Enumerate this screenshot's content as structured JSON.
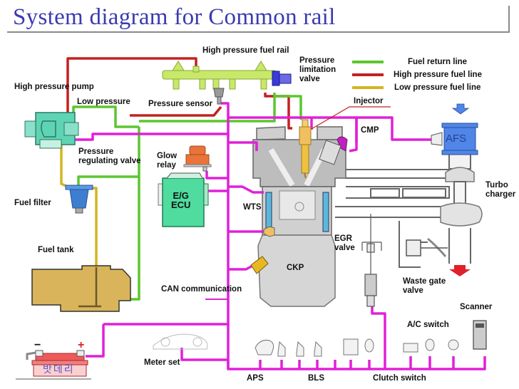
{
  "title": "System diagram for Common rail",
  "legend": [
    {
      "label": "Fuel return line",
      "color": "#5cc62e"
    },
    {
      "label": "High pressure fuel line",
      "color": "#c42020"
    },
    {
      "label": "Low pressure fuel line",
      "color": "#d4b422"
    }
  ],
  "colors": {
    "title": "#3a3ab0",
    "fuel_return": "#5cc62e",
    "high_pressure": "#c42020",
    "low_pressure": "#d4b422",
    "electrical": "#e020d8",
    "fuel_tank": "#d9b45a",
    "ecu": "#4fdc9e",
    "afs": "#4f86e8",
    "glow_relay": "#e8743a",
    "fuel_filter": "#3c7fd0",
    "rail": "#c8e86a",
    "battery": "#ee5a5a"
  },
  "labels": {
    "high_pressure_fuel_rail": "High pressure fuel rail",
    "pressure_limitation_valve": "Pressure\nlimitation\nvalve",
    "high_pressure_pump": "High pressure pump",
    "low_pressure": "Low pressure",
    "pressure_sensor": "Pressure sensor",
    "injector": "Injector",
    "cmp": "CMP",
    "afs": "AFS",
    "pressure_regulating_valve": "Pressure\nregulating valve",
    "glow_relay": "Glow\nrelay",
    "turbo_charger": "Turbo\ncharger",
    "fuel_filter": "Fuel filter",
    "ecu": "E/G\nECU",
    "wts": "WTS",
    "egr_valve": "EGR\nvalve",
    "fuel_tank": "Fuel tank",
    "ckp": "CKP",
    "waste_gate_valve": "Waste gate\nvalve",
    "can_communication": "CAN communication",
    "scanner": "Scanner",
    "ac_switch": "A/C switch",
    "meter_set": "Meter set",
    "aps": "APS",
    "bls": "BLS",
    "clutch_switch": "Clutch switch",
    "battery": "밧데리",
    "battery_minus": "−",
    "battery_plus": "+"
  }
}
